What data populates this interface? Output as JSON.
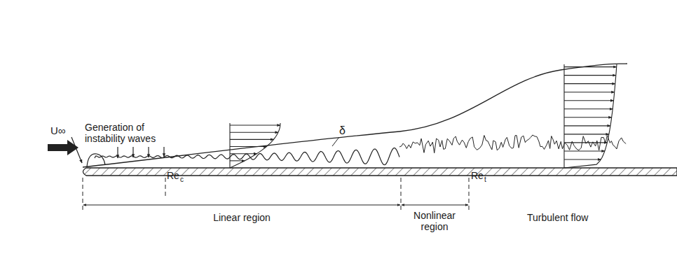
{
  "diagram": {
    "labels": [
      "U∞",
      "Generation of instability waves",
      "δ",
      "Re",
      "c",
      "Re",
      "t",
      "Linear region",
      "Nonlinear region",
      "Turbulent flow"
    ]
  }
}
